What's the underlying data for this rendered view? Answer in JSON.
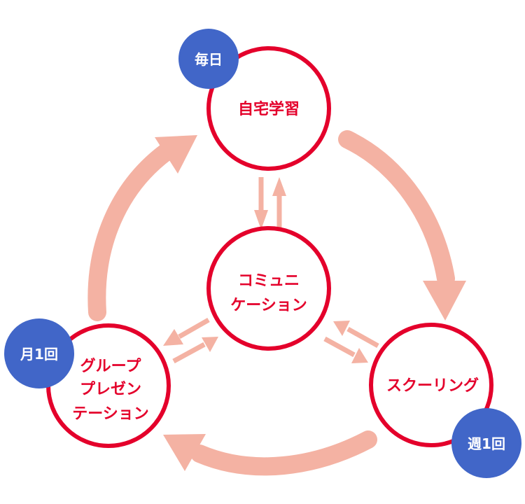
{
  "colors": {
    "node_stroke": "#E4002B",
    "node_text": "#E4002B",
    "badge_fill": "#4166C8",
    "badge_text": "#FFFFFF",
    "arrow": "#F4B2A3",
    "background": "#FFFFFF"
  },
  "nodes": {
    "home_study": {
      "lines": [
        "自宅学習"
      ]
    },
    "communication": {
      "lines": [
        "コミュニ",
        "ケーション"
      ]
    },
    "group_presentation": {
      "lines": [
        "グループ",
        "プレゼン",
        "テーション"
      ]
    },
    "schooling": {
      "lines": [
        "スクーリング"
      ]
    }
  },
  "badges": {
    "home_study": "毎日",
    "group_presentation": "月1回",
    "schooling": "週1回"
  },
  "cycle": {
    "order": [
      "自宅学習",
      "スクーリング",
      "グループプレゼンテーション"
    ],
    "hub": "コミュニケーション",
    "hub_links": "bidirectional"
  }
}
